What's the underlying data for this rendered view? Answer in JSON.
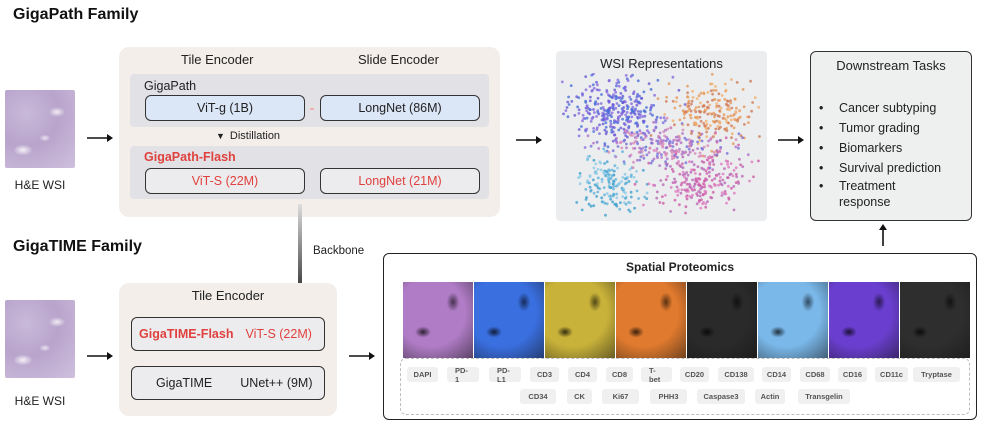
{
  "gigapath_family": {
    "title": "GigaPath Family",
    "input_label": "H&E WSI",
    "tile_encoder_title": "Tile Encoder",
    "slide_encoder_title": "Slide Encoder",
    "gigapath_label": "GigaPath",
    "vit_g": "ViT-g (1B)",
    "longnet_86": "LongNet (86M)",
    "distillation": "Distillation",
    "flash_label": "GigaPath-Flash",
    "vit_s": "ViT-S (22M)",
    "longnet_21": "LongNet (21M)"
  },
  "wsi_representations": {
    "title": "WSI Representations"
  },
  "downstream": {
    "title": "Downstream Tasks",
    "items": [
      "Cancer subtyping",
      "Tumor grading",
      "Biomarkers",
      "Survival prediction",
      "Treatment response"
    ]
  },
  "backbone_label": "Backbone",
  "gigatime_family": {
    "title": "GigaTIME Family",
    "input_label": "H&E WSI",
    "tile_encoder_title": "Tile Encoder",
    "flash_name": "GigaTIME-Flash",
    "flash_arch": "ViT-S (22M)",
    "base_name": "GigaTIME",
    "base_arch": "UNet++ (9M)"
  },
  "spatial_proteomics": {
    "title": "Spatial Proteomics",
    "tile_colors": [
      "#b07cc6",
      "#3a6fe0",
      "#c9b23a",
      "#e07a2e",
      "#2a2a2a",
      "#7ab8ea",
      "#6a3fd0",
      "#2e2e2e"
    ],
    "markers_row1": [
      "DAPI",
      "PD-1",
      "PD-L1",
      "CD3",
      "CD4",
      "CD8",
      "T-bet",
      "CD20",
      "CD138",
      "CD14",
      "CD68",
      "CD16",
      "CD11c",
      "Tryptase"
    ],
    "markers_row2": [
      "CD34",
      "CK",
      "Ki67",
      "PHH3",
      "Caspase3",
      "Actin",
      "Transgelin"
    ]
  }
}
